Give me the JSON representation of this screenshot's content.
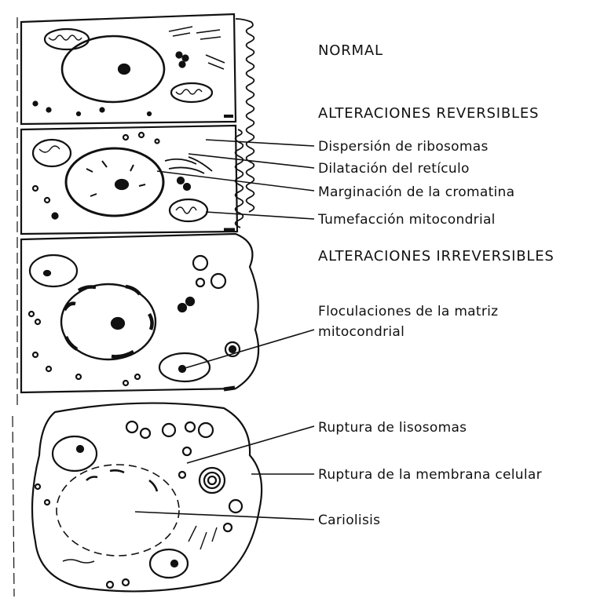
{
  "colors": {
    "ink": "#111111",
    "background": "#ffffff"
  },
  "sections": {
    "normal": "NORMAL",
    "reversible": "ALTERACIONES REVERSIBLES",
    "irreversible": "ALTERACIONES IRREVERSIBLES"
  },
  "labels": {
    "ribosome_dispersion": "Dispersión de ribosomas",
    "reticulum_dilation": "Dilatación del retículo",
    "chromatin_margination": "Marginación de la cromatina",
    "mitochondrial_swelling": "Tumefacción mitocondrial",
    "matrix_flocculation_line1": "Floculaciones de la matriz",
    "matrix_flocculation_line2": "mitocondrial",
    "lysosome_rupture": "Ruptura de lisosomas",
    "membrane_rupture": "Ruptura de la membrana celular",
    "karyolysis": "Cariolisis"
  }
}
